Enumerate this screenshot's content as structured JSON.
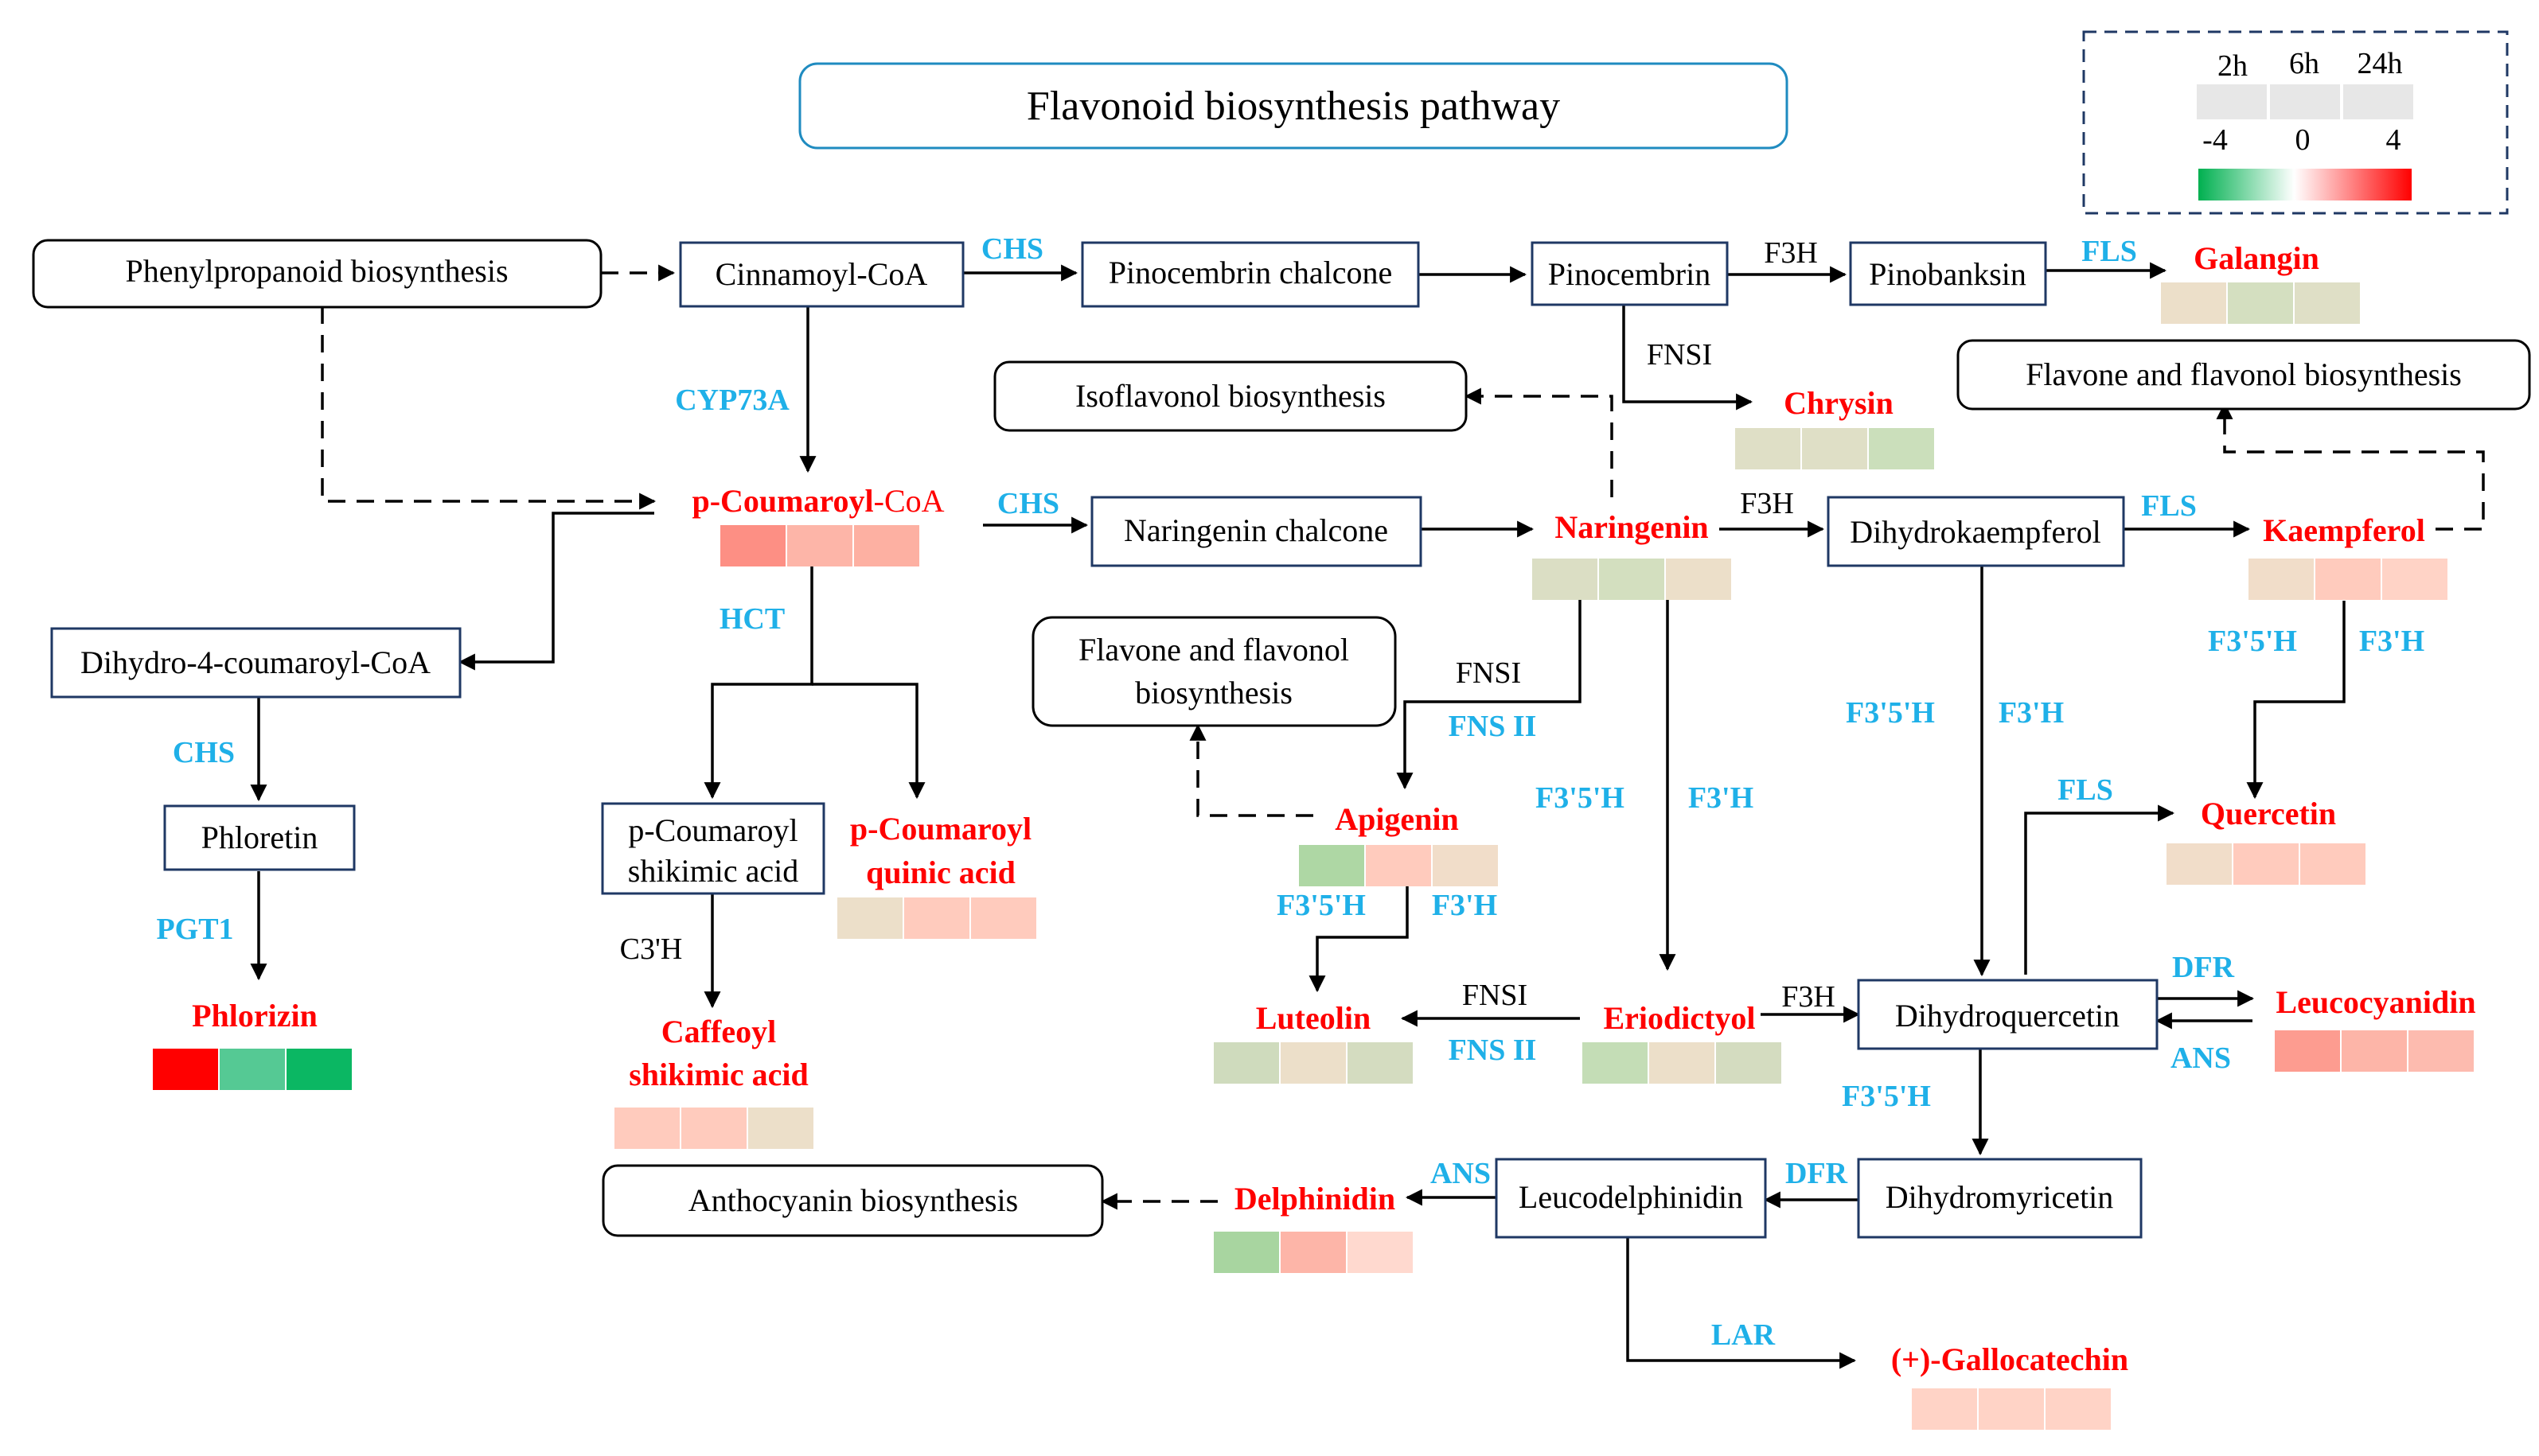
{
  "title": "Flavonoid biosynthesis pathway",
  "legend": {
    "time_points": [
      "2h",
      "6h",
      "24h"
    ],
    "scale_min": "-4",
    "scale_mid": "0",
    "scale_max": "4",
    "colors": {
      "low": "#00b050",
      "mid": "#ffffff",
      "high": "#ff0000"
    }
  },
  "nodes": {
    "phenylpropanoid": "Phenylpropanoid biosynthesis",
    "cinnamoyl_coa": "Cinnamoyl-CoA",
    "pinocembrin_chalcone": "Pinocembrin chalcone",
    "pinocembrin": "Pinocembrin",
    "pinobanksin": "Pinobanksin",
    "isoflavonol": "Isoflavonol biosynthesis",
    "flavone_flavonol_top": "Flavone and flavonol biosynthesis",
    "naringenin_chalcone": "Naringenin chalcone",
    "dihydrokaempferol": "Dihydrokaempferol",
    "dihydro_4_coumaroyl_coa": "Dihydro-4-coumaroyl-CoA",
    "flavone_flavonol_mid_1": "Flavone and flavonol",
    "flavone_flavonol_mid_2": "biosynthesis",
    "phloretin": "Phloretin",
    "p_coumaroyl_shikimic_1": "p-Coumaroyl",
    "p_coumaroyl_shikimic_2": "shikimic acid",
    "dihydroquercetin": "Dihydroquercetin",
    "anthocyanin": "Anthocyanin biosynthesis",
    "leucodelphinidin": "Leucodelphinidin",
    "dihydromyricetin": "Dihydromyricetin"
  },
  "metabolites": {
    "galangin": "Galangin",
    "chrysin": "Chrysin",
    "p_coumaroyl_coa_red": "p-Coumaroyl",
    "p_coumaroyl_coa_suffix": "-CoA",
    "naringenin": "Naringenin",
    "kaempferol": "Kaempferol",
    "apigenin": "Apigenin",
    "quercetin": "Quercetin",
    "p_coumaroyl_quinic_1": "p-Coumaroyl",
    "p_coumaroyl_quinic_2": "quinic acid",
    "phlorizin": "Phlorizin",
    "caffeoyl_shikimic_1": "Caffeoyl",
    "caffeoyl_shikimic_2": "shikimic acid",
    "luteolin": "Luteolin",
    "eriodictyol": "Eriodictyol",
    "leucocyanidin": "Leucocyanidin",
    "delphinidin": "Delphinidin",
    "gallocatechin": "(+)-Gallocatechin"
  },
  "enzymes": {
    "chs_1": "CHS",
    "f3h_1": "F3H",
    "fls_1": "FLS",
    "cyp73a": "CYP73A",
    "fnsi_1": "FNSI",
    "chs_2": "CHS",
    "f3h_2": "F3H",
    "fls_2": "FLS",
    "hct": "HCT",
    "f35h_kaemp": "F3'5'H",
    "f3h_kaemp": "F3'H",
    "fnsi_2": "FNSI",
    "fnsii_1": "FNS II",
    "f35h_dhk": "F3'5'H",
    "f3h_dhk": "F3'H",
    "chs_3": "CHS",
    "f35h_nar": "F3'5'H",
    "f3h_nar": "F3'H",
    "fls_3": "FLS",
    "f35h_api": "F3'5'H",
    "f3h_api": "F3'H",
    "pgt1": "PGT1",
    "c3h": "C3'H",
    "dfr_1": "DFR",
    "fnsi_3": "FNSI",
    "fnsii_2": "FNS II",
    "f3h_eri": "F3H",
    "ans_1": "ANS",
    "f35h_dhq": "F3'5'H",
    "ans_2": "ANS",
    "dfr_2": "DFR",
    "lar": "LAR"
  },
  "heatmaps": [
    {
      "metabolite": "Galangin",
      "cells": [
        "#ecdfc9",
        "#d4dfc0",
        "#dfdfc6"
      ]
    },
    {
      "metabolite": "Chrysin",
      "cells": [
        "#dfdfc6",
        "#dfdfc6",
        "#cbdfbb"
      ]
    },
    {
      "metabolite": "p-Coumaroyl-CoA",
      "cells": [
        "#fd8f84",
        "#fdb5a8",
        "#fdb0a2"
      ]
    },
    {
      "metabolite": "Naringenin",
      "cells": [
        "#dbdec4",
        "#d3dfbf",
        "#ecdfc9"
      ]
    },
    {
      "metabolite": "Kaempferol",
      "cells": [
        "#f1ddc9",
        "#ffcbbd",
        "#ffd3c6"
      ]
    },
    {
      "metabolite": "Apigenin",
      "cells": [
        "#aed7a4",
        "#ffcbbd",
        "#f1ddc9"
      ]
    },
    {
      "metabolite": "Quercetin",
      "cells": [
        "#f1ddc9",
        "#ffcbbd",
        "#ffcbbd"
      ]
    },
    {
      "metabolite": "p-Coumaroyl quinic acid",
      "cells": [
        "#ecdfc9",
        "#ffcbbd",
        "#ffcbbd"
      ]
    },
    {
      "metabolite": "Phlorizin",
      "cells": [
        "#ff0000",
        "#55c994",
        "#0bb763"
      ]
    },
    {
      "metabolite": "Caffeoyl shikimic acid",
      "cells": [
        "#ffcbbd",
        "#ffcbbd",
        "#ecdfc9"
      ]
    },
    {
      "metabolite": "Luteolin",
      "cells": [
        "#cfdbbd",
        "#ecdfc9",
        "#d4dcc0"
      ]
    },
    {
      "metabolite": "Eriodictyol",
      "cells": [
        "#c4ddb6",
        "#ecdfc9",
        "#d4dcc0"
      ]
    },
    {
      "metabolite": "Leucocyanidin",
      "cells": [
        "#fd9c90",
        "#fdb5a8",
        "#fdbbaf"
      ]
    },
    {
      "metabolite": "Delphinidin",
      "cells": [
        "#a8d5a0",
        "#fdb5a8",
        "#ffd9cf"
      ]
    },
    {
      "metabolite": "(+)-Gallocatechin",
      "cells": [
        "#ffd3c6",
        "#ffd3c6",
        "#ffd3c6"
      ]
    }
  ]
}
